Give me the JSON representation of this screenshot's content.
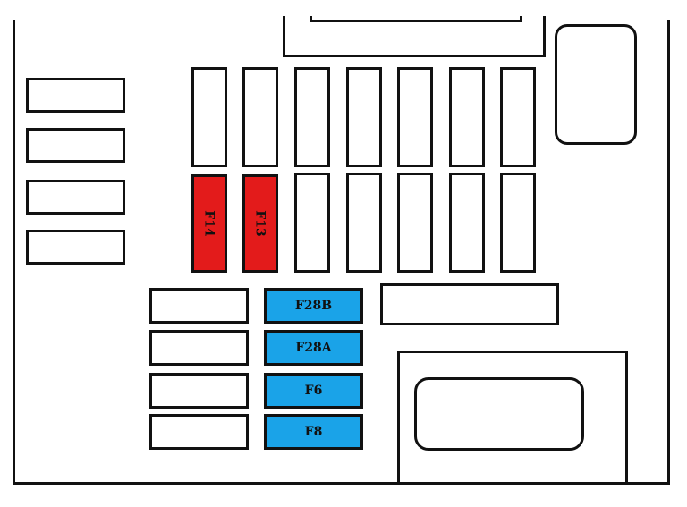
{
  "colors": {
    "red_fuse": "#e31b1b",
    "blue_fuse": "#1aa3e8",
    "outline": "#111111",
    "background": "#ffffff"
  },
  "fuse_box": {
    "red_fuses": [
      {
        "id": "F14",
        "label": "F14"
      },
      {
        "id": "F13",
        "label": "F13"
      }
    ],
    "blue_fuses": [
      {
        "id": "F28B",
        "label": "F28B"
      },
      {
        "id": "F28A",
        "label": "F28A"
      },
      {
        "id": "F6",
        "label": "F6"
      },
      {
        "id": "F8",
        "label": "F8"
      }
    ]
  }
}
